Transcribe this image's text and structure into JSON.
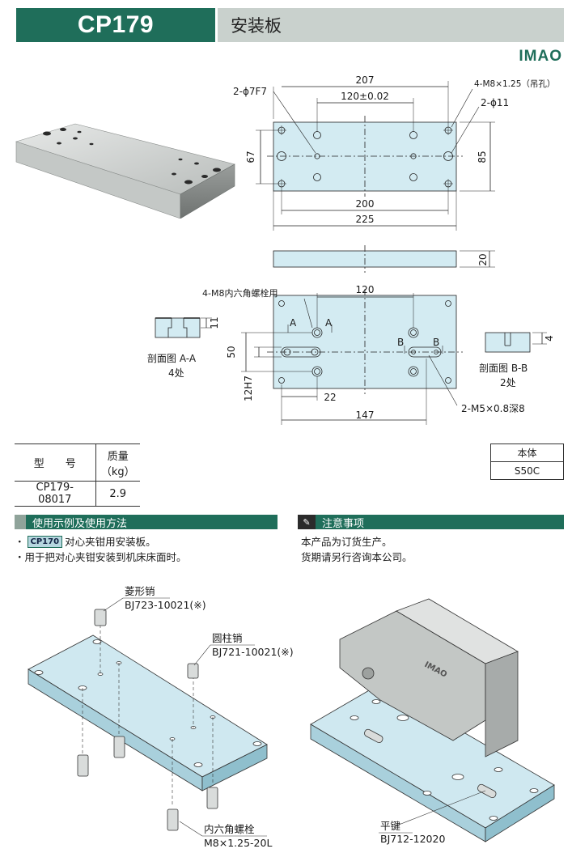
{
  "header": {
    "code": "CP179",
    "title": "安装板"
  },
  "brand": {
    "logo_text": "IMAO"
  },
  "drawing": {
    "labels": {
      "hole_7f7": "2-ϕ7F7",
      "dim_207": "207",
      "m8_lift": "4-M8×1.25（吊孔）",
      "dim_120_tol": "120±0.02",
      "hole_11": "2-ϕ11",
      "dim_67": "67",
      "dim_85": "85",
      "dim_200": "200",
      "dim_225": "225",
      "dim_20": "20",
      "bolt_use": "4-M8内六角螺栓用",
      "dim_120": "120",
      "sec_a": "A",
      "sec_b": "B",
      "dim_11": "11",
      "dim_50": "50",
      "dim_12h7": "12H7",
      "dim_22": "22",
      "dim_147": "147",
      "m5": "2-M5×0.8深8",
      "dim_4": "4",
      "section_aa": "剖面图 A-A",
      "section_aa_count": "4处",
      "section_bb": "剖面图 B-B",
      "section_bb_count": "2处"
    }
  },
  "spec_table": {
    "col_model": "型　　号",
    "col_mass": "质量",
    "col_mass_unit": "（kg）",
    "model": "CP179-08017",
    "mass": "2.9"
  },
  "material_table": {
    "header": "本体",
    "value": "S50C"
  },
  "usage": {
    "title": "使用示例及使用方法",
    "badge": "CP170",
    "line1": "对心夹钳用安装板。",
    "line2": "・用于把对心夹钳安装到机床床面时。",
    "bullet": "・"
  },
  "caution": {
    "title": "注意事项",
    "line1": "本产品为订货生产。",
    "line2": "货期请另行咨询本公司。"
  },
  "illustration": {
    "diamond_pin": "菱形销",
    "diamond_pin_code": "BJ723-10021(※)",
    "round_pin": "圆柱销",
    "round_pin_code": "BJ721-10021(※)",
    "bolt": "内六角螺栓",
    "bolt_code": "M8×1.25-20L",
    "key": "平键",
    "key_code": "BJ712-12020",
    "clamp_brand": "IMAO"
  },
  "colors": {
    "brand_green": "#1f6e5a",
    "plate_blue": "#d3ebf2",
    "header_gray": "#c9d1cd"
  }
}
